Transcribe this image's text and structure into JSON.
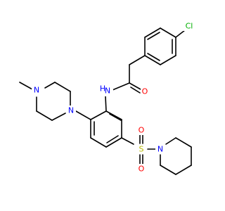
{
  "colors": {
    "bond": "#000000",
    "carbon": "#000000",
    "nitrogen": "#0000ff",
    "oxygen": "#ff0000",
    "sulfur": "#b8b800",
    "chlorine": "#00b000"
  },
  "atoms": [
    {
      "id": "cl1",
      "element": "chlorine",
      "label": "Cl"
    },
    {
      "id": "o1",
      "element": "oxygen",
      "label": "O"
    },
    {
      "id": "n_amide",
      "element": "nitrogen",
      "label": "N"
    },
    {
      "id": "h_amide",
      "element": "nitrogen",
      "label": "H"
    },
    {
      "id": "n_pip_a",
      "element": "nitrogen",
      "label": "N"
    },
    {
      "id": "n_pip_b",
      "element": "nitrogen",
      "label": "N"
    },
    {
      "id": "s1",
      "element": "sulfur",
      "label": "S"
    },
    {
      "id": "o_s1",
      "element": "oxygen",
      "label": "O"
    },
    {
      "id": "o_s2",
      "element": "oxygen",
      "label": "O"
    },
    {
      "id": "n_piperidine",
      "element": "nitrogen",
      "label": "N"
    }
  ]
}
